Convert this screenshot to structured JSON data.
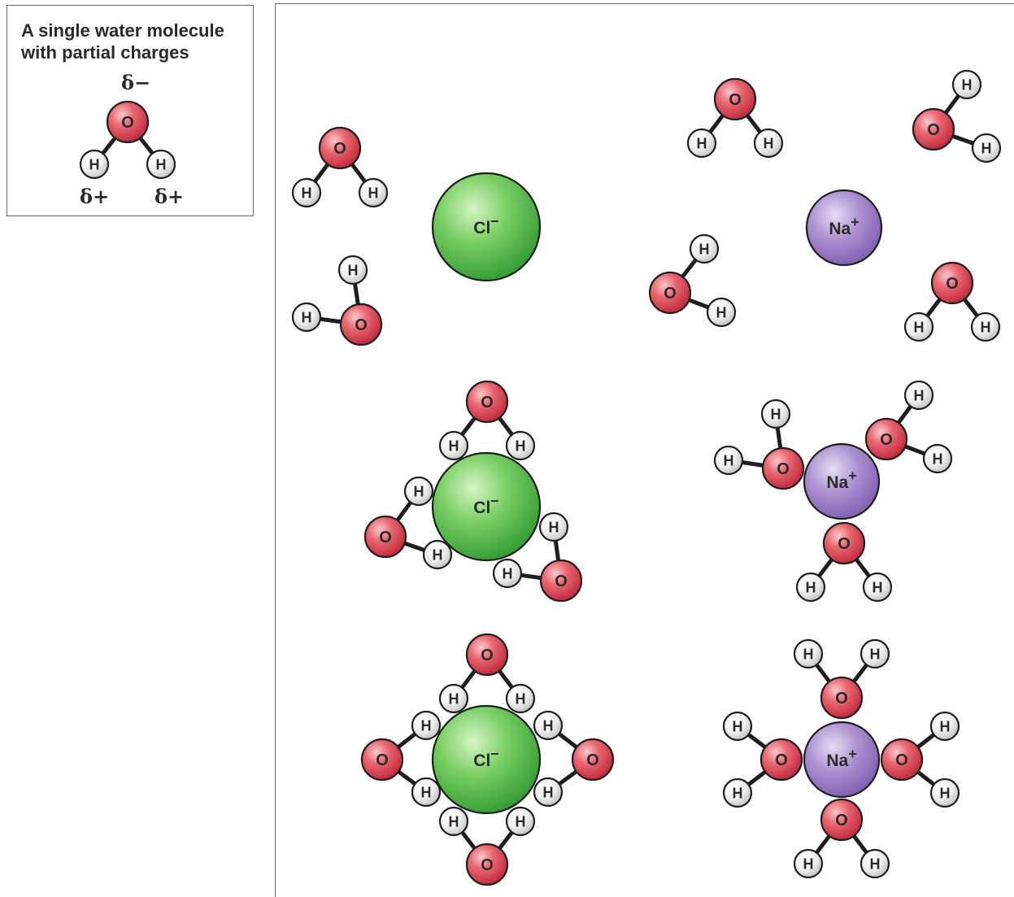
{
  "legend": {
    "title_line1": "A single water molecule",
    "title_line2": "with partial charges",
    "delta_minus": "δ−",
    "delta_plus": "δ+"
  },
  "labels": {
    "oxygen": "O",
    "hydrogen": "H",
    "chloride": "Cl",
    "chloride_charge": "−",
    "sodium": "Na",
    "sodium_charge": "+"
  },
  "colors": {
    "oxygen": "#d9434f",
    "hydrogen": "#e6e6e6",
    "chloride": "#4cba45",
    "sodium": "#9c80c4",
    "bond": "#1e1e1e",
    "frame": "#6a6a6a"
  }
}
